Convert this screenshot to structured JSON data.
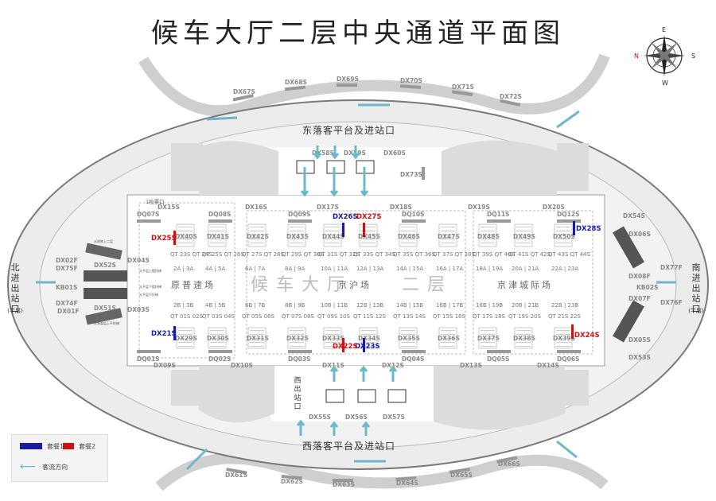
{
  "title": "候车大厅二层中央通道平面图",
  "compass": {
    "n": "N",
    "e": "E",
    "s": "S",
    "w": "W"
  },
  "platforms": {
    "east": "东落客平台及进站口",
    "west": "西落客平台及进站口",
    "west_exit": "西出站口",
    "north": "北进出站口",
    "north_sub": "(平层)",
    "south": "南进出站口",
    "south_sub": "(平层)"
  },
  "hall_text": {
    "main_a": "候车大厅",
    "main_b": "京沪场",
    "main_c": "二层",
    "left_zone": "原普速场",
    "right_zone": "京津城际场"
  },
  "legend": {
    "pkg1": "套餐1",
    "pkg2": "套餐2",
    "flow": "客流方向",
    "pkg1_color": "#1a1aa8",
    "pkg2_color": "#d01010",
    "flow_color": "#6cb8c8"
  },
  "outer_ads_top": [
    "DX67S",
    "DX68S",
    "DX69S",
    "DX70S",
    "DX71S",
    "DX72S"
  ],
  "outer_ads_bottom": [
    "DX61S",
    "DX62S",
    "DX63S",
    "DX64S",
    "DX65S",
    "DX66S"
  ],
  "east_entry_ads": [
    "DX58S",
    "DX59S",
    "DX60S"
  ],
  "east_side_ad": "DX73S",
  "west_entry_ads": [
    "DX55S",
    "DX56S",
    "DX57S"
  ],
  "top_ads": [
    "DX15S",
    "DX16S",
    "DX17S",
    "DX18S",
    "DX19S",
    "DX20S"
  ],
  "bottom_ads": [
    "DX09S",
    "DX10S",
    "DX11S",
    "DX12S",
    "DX13S",
    "DX14S"
  ],
  "dq_top": [
    "DQ07S",
    "DQ08S",
    "DQ09S",
    "DQ10S",
    "DQ11S",
    "DQ12S"
  ],
  "dq_bottom": [
    "DQ01S",
    "DQ02S",
    "DQ03S",
    "DQ04S",
    "DQ05S",
    "DQ06S"
  ],
  "upper_row_ads": [
    "DX40S",
    "DX41S",
    "DX42S",
    "DX43S",
    "DX44S",
    "DX45S",
    "DX46S",
    "DX47S",
    "DX48S",
    "DX49S",
    "DX50S"
  ],
  "lower_row_ads": [
    "DX29S",
    "DX30S",
    "DX31S",
    "DX32S",
    "DX33S",
    "DX34S",
    "DX35S",
    "DX36S",
    "DX37S",
    "DX38S",
    "DX39S"
  ],
  "upper_gates": [
    "QT 23S  QT 24S",
    "QT 25S  QT 26S",
    "QT 27S  QT 28S",
    "QT 29S  QT 30S",
    "QT 31S  QT 32S",
    "QT 33S  QT 34S",
    "QT 35S  QT 36S",
    "QT 37S  QT 38S",
    "QT 39S  QT 40S",
    "QT 41S  QT 42S",
    "QT 43S  QT 44S"
  ],
  "upper_gate_nums": [
    "2A | 3A",
    "4A | 5A",
    "6A | 7A",
    "8A | 9A",
    "10A | 11A",
    "12A | 13A",
    "14A | 15A",
    "16A | 17A",
    "18A | 19A",
    "20A | 21A",
    "22A | 23A"
  ],
  "lower_gate_nums": [
    "2B | 3B",
    "4B | 5B",
    "6B | 7B",
    "8B | 9B",
    "10B | 11B",
    "12B | 13B",
    "14B | 15B",
    "16B | 17B",
    "18B | 19B",
    "20B | 21B",
    "22B | 23B"
  ],
  "lower_gates": [
    "QT 01S  02S",
    "QT 03S  04S",
    "QT 05S  06S",
    "QT 07S  08S",
    "QT 09S  10S",
    "QT 11S  12S",
    "QT 13S  14S",
    "QT 15S  16S",
    "QT 17S  18S",
    "QT 19S  20S",
    "QT 21S  22S"
  ],
  "highlight_blue": [
    "DX26S",
    "DX23S",
    "DX21S",
    "DX28S"
  ],
  "highlight_red": [
    "DX27S",
    "DX22S",
    "DX25S",
    "DX24S"
  ],
  "west_side_ads": [
    "DX02F",
    "DX75F",
    "KB01S",
    "DX74F",
    "DX01F",
    "DX52S",
    "DX51S",
    "DX04S",
    "DX03S"
  ],
  "east_side_ads": [
    "DX54S",
    "DX06S",
    "DX08F",
    "DX77F",
    "KB02S",
    "DX76F",
    "DX07F",
    "DX05S",
    "DX53S"
  ],
  "ticket_office": "1检票口",
  "escalator_labels": [
    "从地铁上二层",
    "从平层上楼扶梯",
    "从平层下楼扶梯",
    "从平层下扶梯",
    "从高架层上平扶梯"
  ]
}
